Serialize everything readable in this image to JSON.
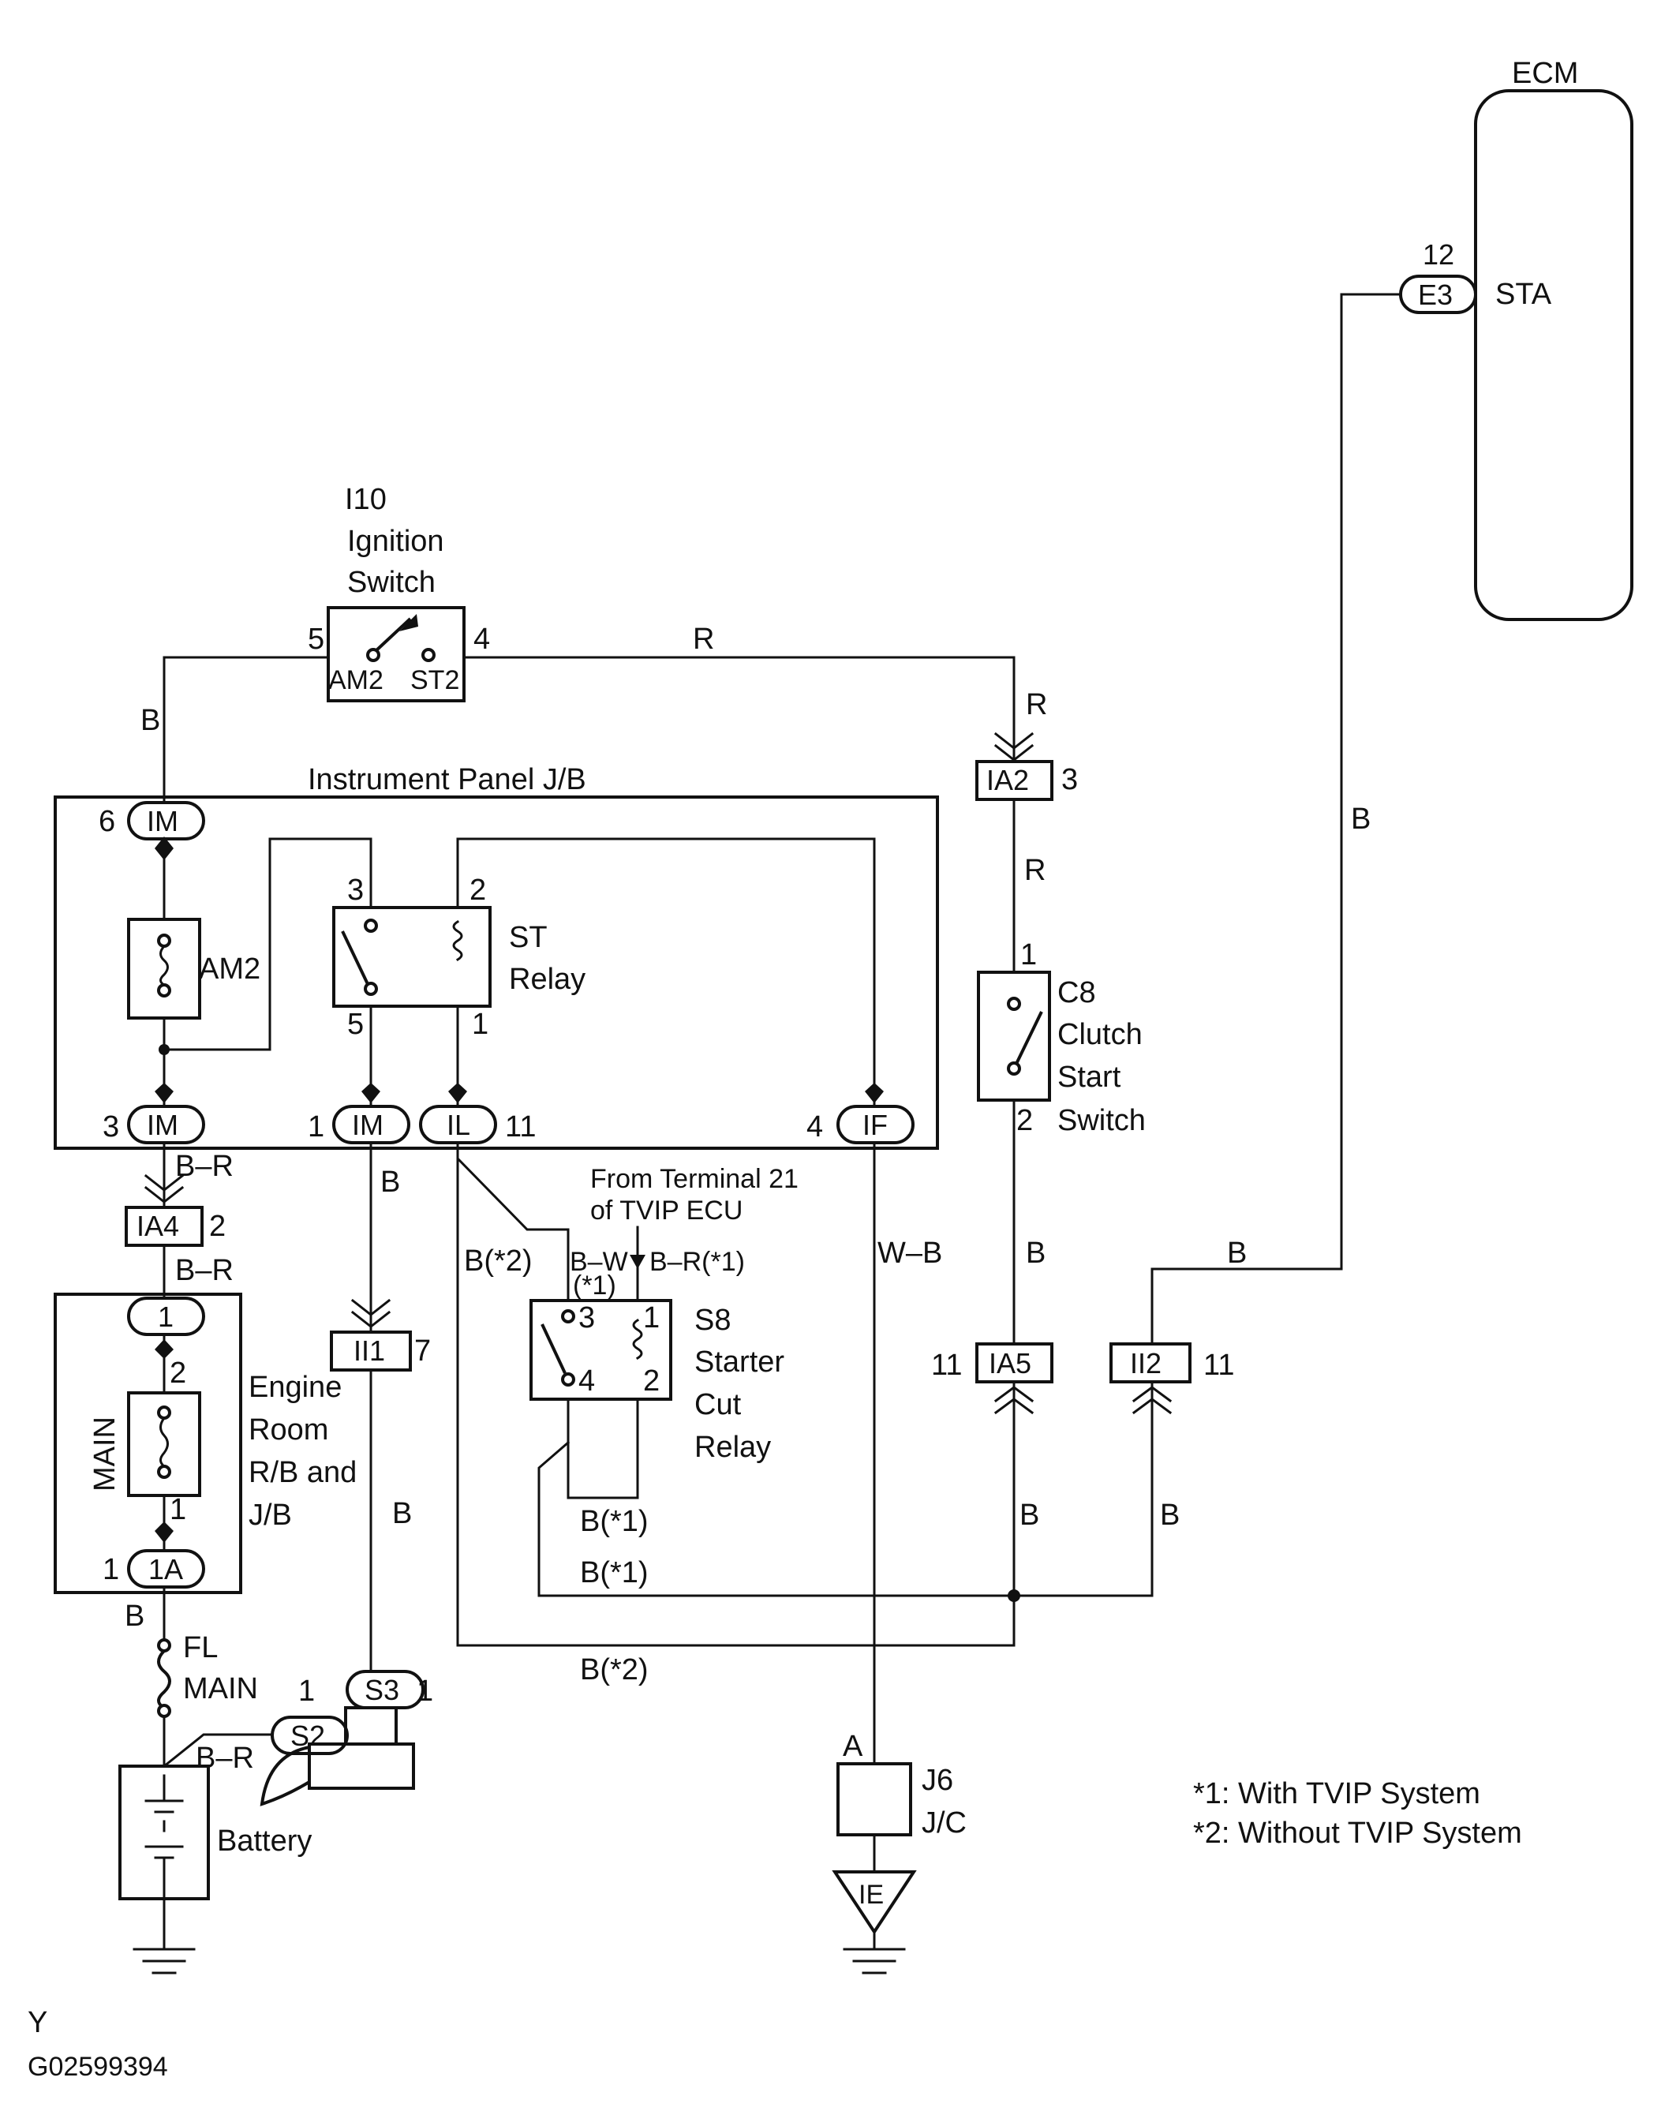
{
  "ecm": {
    "name": "ECM",
    "pin": "12",
    "connector": "E3",
    "terminal": "STA"
  },
  "ignition_switch": {
    "id": "I10",
    "line1": "Ignition",
    "line2": "Switch",
    "pin_am2": "5",
    "pin_st2": "4",
    "am2": "AM2",
    "st2": "ST2"
  },
  "instrument_jb": {
    "title": "Instrument Panel J/B",
    "im_top_pin": "6",
    "im_top": "IM",
    "fuse": "AM2",
    "relay_line1": "ST",
    "relay_line2": "Relay",
    "relay_pin3": "3",
    "relay_pin2": "2",
    "relay_pin5": "5",
    "relay_pin1": "1",
    "im_left_pin": "3",
    "im_left": "IM",
    "im_mid_pin": "1",
    "im_mid": "IM",
    "il": "IL",
    "il_pin": "11",
    "if_pin": "4",
    "if": "IF"
  },
  "connectors": {
    "ia2": "IA2",
    "ia2_pin": "3",
    "ia4": "IA4",
    "ia4_pin": "2",
    "ii1": "II1",
    "ii1_pin": "7",
    "ia5": "IA5",
    "ia5_pin": "11",
    "ii2": "II2",
    "ii2_pin": "11",
    "s3": "S3",
    "s3_pin_l": "1",
    "s3_pin_r": "1",
    "s2": "S2"
  },
  "clutch_switch": {
    "id": "C8",
    "line1": "Clutch",
    "line2": "Start",
    "line3": "Switch",
    "pin_top": "1",
    "pin_bottom": "2"
  },
  "starter_cut_relay": {
    "id": "S8",
    "line1": "Starter",
    "line2": "Cut",
    "line3": "Relay",
    "pin3": "3",
    "pin1": "1",
    "pin4": "4",
    "pin2": "2"
  },
  "from_terminal": {
    "line1": "From Terminal 21",
    "line2": "of TVIP ECU"
  },
  "engine_rb": {
    "fuse": "MAIN",
    "conn_top": "1",
    "pin_top": "2",
    "pin_bottom": "1",
    "conn_bottom_pin": "1",
    "conn_bottom": "1A",
    "line1": "Engine",
    "line2": "Room",
    "line3": "R/B and",
    "line4": "J/B"
  },
  "fusible_link": {
    "line1": "FL",
    "line2": "MAIN"
  },
  "battery": "Battery",
  "jc": {
    "pin": "A",
    "id": "J6",
    "name": "J/C",
    "ground": "IE"
  },
  "wires": {
    "r_top": "R",
    "r_down": "R",
    "r_mid": "R",
    "b_ign": "B",
    "b_r1": "B–R",
    "b_r2": "B–R",
    "b_im": "B",
    "b_star2": "B(*2)",
    "bw": "B–W",
    "star1": "(*1)",
    "br1": "B–R(*1)",
    "wb": "W–B",
    "b_c8": "B",
    "b_ecm_v": "B",
    "b_ecm_h": "B",
    "b_ii1": "B",
    "b_star1_a": "B(*1)",
    "b_star1_b": "B(*1)",
    "b_ia5": "B",
    "b_ii2": "B",
    "b_star2_bottom": "B(*2)",
    "b_battery": "B",
    "b_r_s2": "B–R"
  },
  "notes": {
    "n1": "*1: With TVIP System",
    "n2": "*2: Without TVIP System"
  },
  "footer": {
    "letter": "Y",
    "code": "G02599394"
  }
}
